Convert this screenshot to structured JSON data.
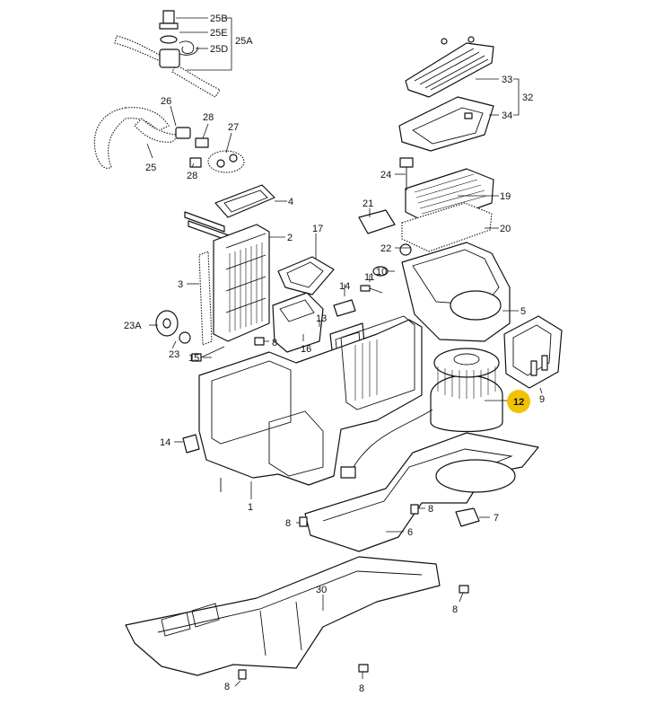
{
  "diagram": {
    "highlight_color": "#f2c200",
    "callouts": [
      {
        "id": "c-25B",
        "text": "25B"
      },
      {
        "id": "c-25E",
        "text": "25E"
      },
      {
        "id": "c-25A",
        "text": "25A"
      },
      {
        "id": "c-25D",
        "text": "25D"
      },
      {
        "id": "c-33",
        "text": "33"
      },
      {
        "id": "c-32",
        "text": "32"
      },
      {
        "id": "c-34",
        "text": "34"
      },
      {
        "id": "c-26",
        "text": "26"
      },
      {
        "id": "c-28a",
        "text": "28"
      },
      {
        "id": "c-27",
        "text": "27"
      },
      {
        "id": "c-25",
        "text": "25"
      },
      {
        "id": "c-28b",
        "text": "28"
      },
      {
        "id": "c-24",
        "text": "24"
      },
      {
        "id": "c-19",
        "text": "19"
      },
      {
        "id": "c-4",
        "text": "4"
      },
      {
        "id": "c-21",
        "text": "21"
      },
      {
        "id": "c-20",
        "text": "20"
      },
      {
        "id": "c-17",
        "text": "17"
      },
      {
        "id": "c-2",
        "text": "2"
      },
      {
        "id": "c-22",
        "text": "22"
      },
      {
        "id": "c-3",
        "text": "3"
      },
      {
        "id": "c-10",
        "text": "10"
      },
      {
        "id": "c-11",
        "text": "11"
      },
      {
        "id": "c-5",
        "text": "5"
      },
      {
        "id": "c-14a",
        "text": "14"
      },
      {
        "id": "c-23A",
        "text": "23A"
      },
      {
        "id": "c-8a",
        "text": "8"
      },
      {
        "id": "c-16",
        "text": "16"
      },
      {
        "id": "c-13",
        "text": "13"
      },
      {
        "id": "c-23",
        "text": "23"
      },
      {
        "id": "c-15",
        "text": "15"
      },
      {
        "id": "c-12",
        "text": "12"
      },
      {
        "id": "c-9",
        "text": "9"
      },
      {
        "id": "c-14b",
        "text": "14"
      },
      {
        "id": "c-1",
        "text": "1"
      },
      {
        "id": "c-8b",
        "text": "8"
      },
      {
        "id": "c-8c",
        "text": "8"
      },
      {
        "id": "c-7",
        "text": "7"
      },
      {
        "id": "c-6",
        "text": "6"
      },
      {
        "id": "c-30",
        "text": "30"
      },
      {
        "id": "c-8d",
        "text": "8"
      },
      {
        "id": "c-8e",
        "text": "8"
      },
      {
        "id": "c-8f",
        "text": "8"
      }
    ]
  }
}
